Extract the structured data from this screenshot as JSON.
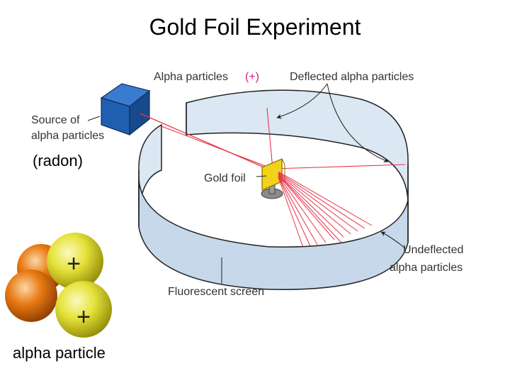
{
  "title": "Gold Foil Experiment",
  "labels": {
    "alpha_particles": "Alpha particles",
    "alpha_charge": "(+)",
    "deflected": "Deflected alpha particles",
    "source_line1": "Source of",
    "source_line2": "alpha particles",
    "gold_foil": "Gold foil",
    "undeflected_line1": "Undeflected",
    "undeflected_line2": "alpha particles",
    "fluorescent_screen": "Fluorescent screen"
  },
  "captions": {
    "radon": "(radon)",
    "alpha_particle": "alpha particle"
  },
  "particle_signs": [
    "+",
    "+"
  ],
  "colors": {
    "beam": "#e8344a",
    "charge": "#d21f8a",
    "cube": "#1f5fb0",
    "screen": "#c6d8ea",
    "gold": "#f2d21a",
    "proton": "#e6e23a",
    "neutron": "#e87a12"
  }
}
